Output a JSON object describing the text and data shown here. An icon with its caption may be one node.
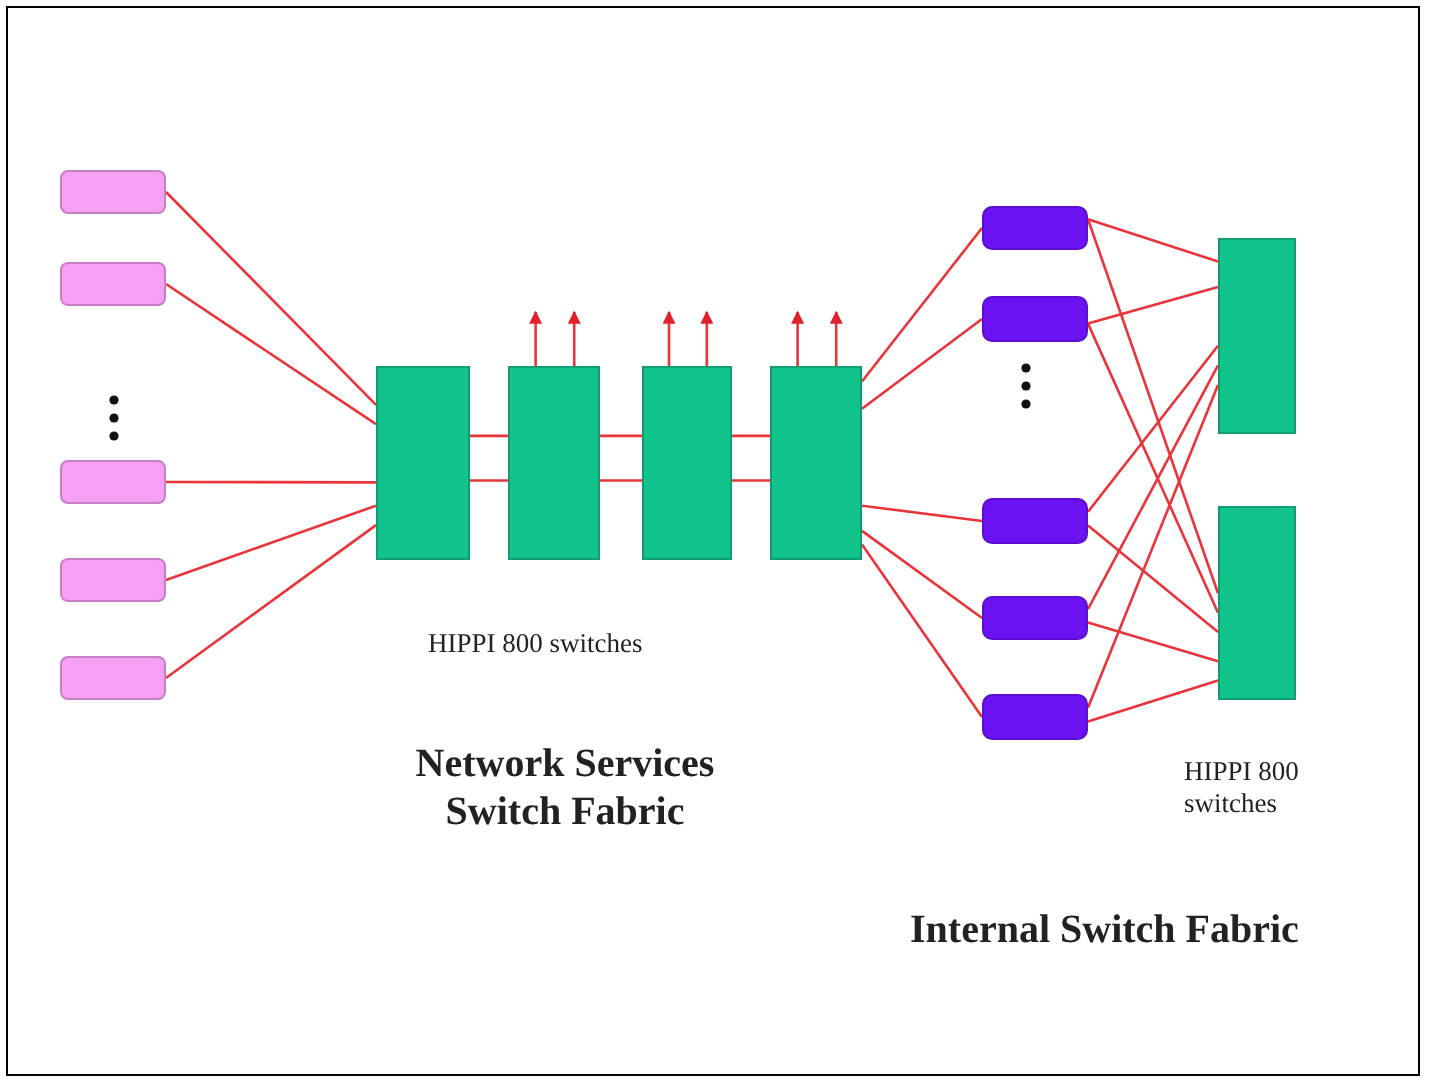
{
  "diagram": {
    "nodes": [
      {
        "text": [],
        "shape": "box"
      },
      {
        "text": [],
        "shape": "box"
      },
      {
        "text": [],
        "shape": "box"
      },
      {
        "text": [],
        "shape": "box"
      },
      {
        "text": [],
        "shape": "box"
      },
      {
        "text": [],
        "shape": "box"
      },
      {
        "text": [],
        "shape": "box"
      },
      {
        "text": [],
        "shape": "box"
      },
      {
        "text": [],
        "shape": "box"
      },
      {
        "text": [],
        "shape": "box"
      },
      {
        "text": [],
        "shape": "box"
      },
      {
        "text": [],
        "shape": "box"
      },
      {
        "text": [],
        "shape": "box"
      },
      {
        "text": [],
        "shape": "box"
      },
      {
        "text": [],
        "shape": "box"
      },
      {
        "text": [],
        "shape": "box"
      }
    ],
    "edges": [
      {
        "from": 0,
        "to": 5,
        "arrow": "none"
      },
      {
        "from": 1,
        "to": 5,
        "arrow": "none"
      },
      {
        "from": 2,
        "to": 5,
        "arrow": "none"
      },
      {
        "from": 3,
        "to": 5,
        "arrow": "none"
      },
      {
        "from": 4,
        "to": 5,
        "arrow": "none"
      },
      {
        "from": 5,
        "to": 6,
        "arrow": "none"
      },
      {
        "from": 5,
        "to": 6,
        "arrow": "none"
      },
      {
        "from": 6,
        "to": 7,
        "arrow": "none"
      },
      {
        "from": 6,
        "to": 7,
        "arrow": "none"
      },
      {
        "from": 7,
        "to": 8,
        "arrow": "none"
      },
      {
        "from": 7,
        "to": 8,
        "arrow": "none"
      },
      {
        "from": 6,
        "to": null,
        "arrow": "to"
      },
      {
        "from": 6,
        "to": null,
        "arrow": "to"
      },
      {
        "from": 7,
        "to": null,
        "arrow": "to"
      },
      {
        "from": 7,
        "to": null,
        "arrow": "to"
      },
      {
        "from": 8,
        "to": null,
        "arrow": "to"
      },
      {
        "from": 8,
        "to": null,
        "arrow": "to"
      },
      {
        "from": 8,
        "to": 9,
        "arrow": "none"
      },
      {
        "from": 8,
        "to": 10,
        "arrow": "none"
      },
      {
        "from": 8,
        "to": 11,
        "arrow": "none"
      },
      {
        "from": 8,
        "to": 12,
        "arrow": "none"
      },
      {
        "from": 8,
        "to": 13,
        "arrow": "none"
      },
      {
        "from": 9,
        "to": 14,
        "arrow": "none"
      },
      {
        "from": 9,
        "to": 15,
        "arrow": "none"
      },
      {
        "from": 10,
        "to": 14,
        "arrow": "none"
      },
      {
        "from": 10,
        "to": 15,
        "arrow": "none"
      },
      {
        "from": 11,
        "to": 14,
        "arrow": "none"
      },
      {
        "from": 11,
        "to": 15,
        "arrow": "none"
      },
      {
        "from": 12,
        "to": 14,
        "arrow": "none"
      },
      {
        "from": 12,
        "to": 15,
        "arrow": "none"
      },
      {
        "from": 13,
        "to": 14,
        "arrow": "none"
      },
      {
        "from": 13,
        "to": 15,
        "arrow": "none"
      }
    ],
    "labels": [
      "HIPPI 800 switches",
      "Network Services Switch Fabric",
      "HIPPI 800 switches",
      "Internal Switch Fabric"
    ]
  }
}
